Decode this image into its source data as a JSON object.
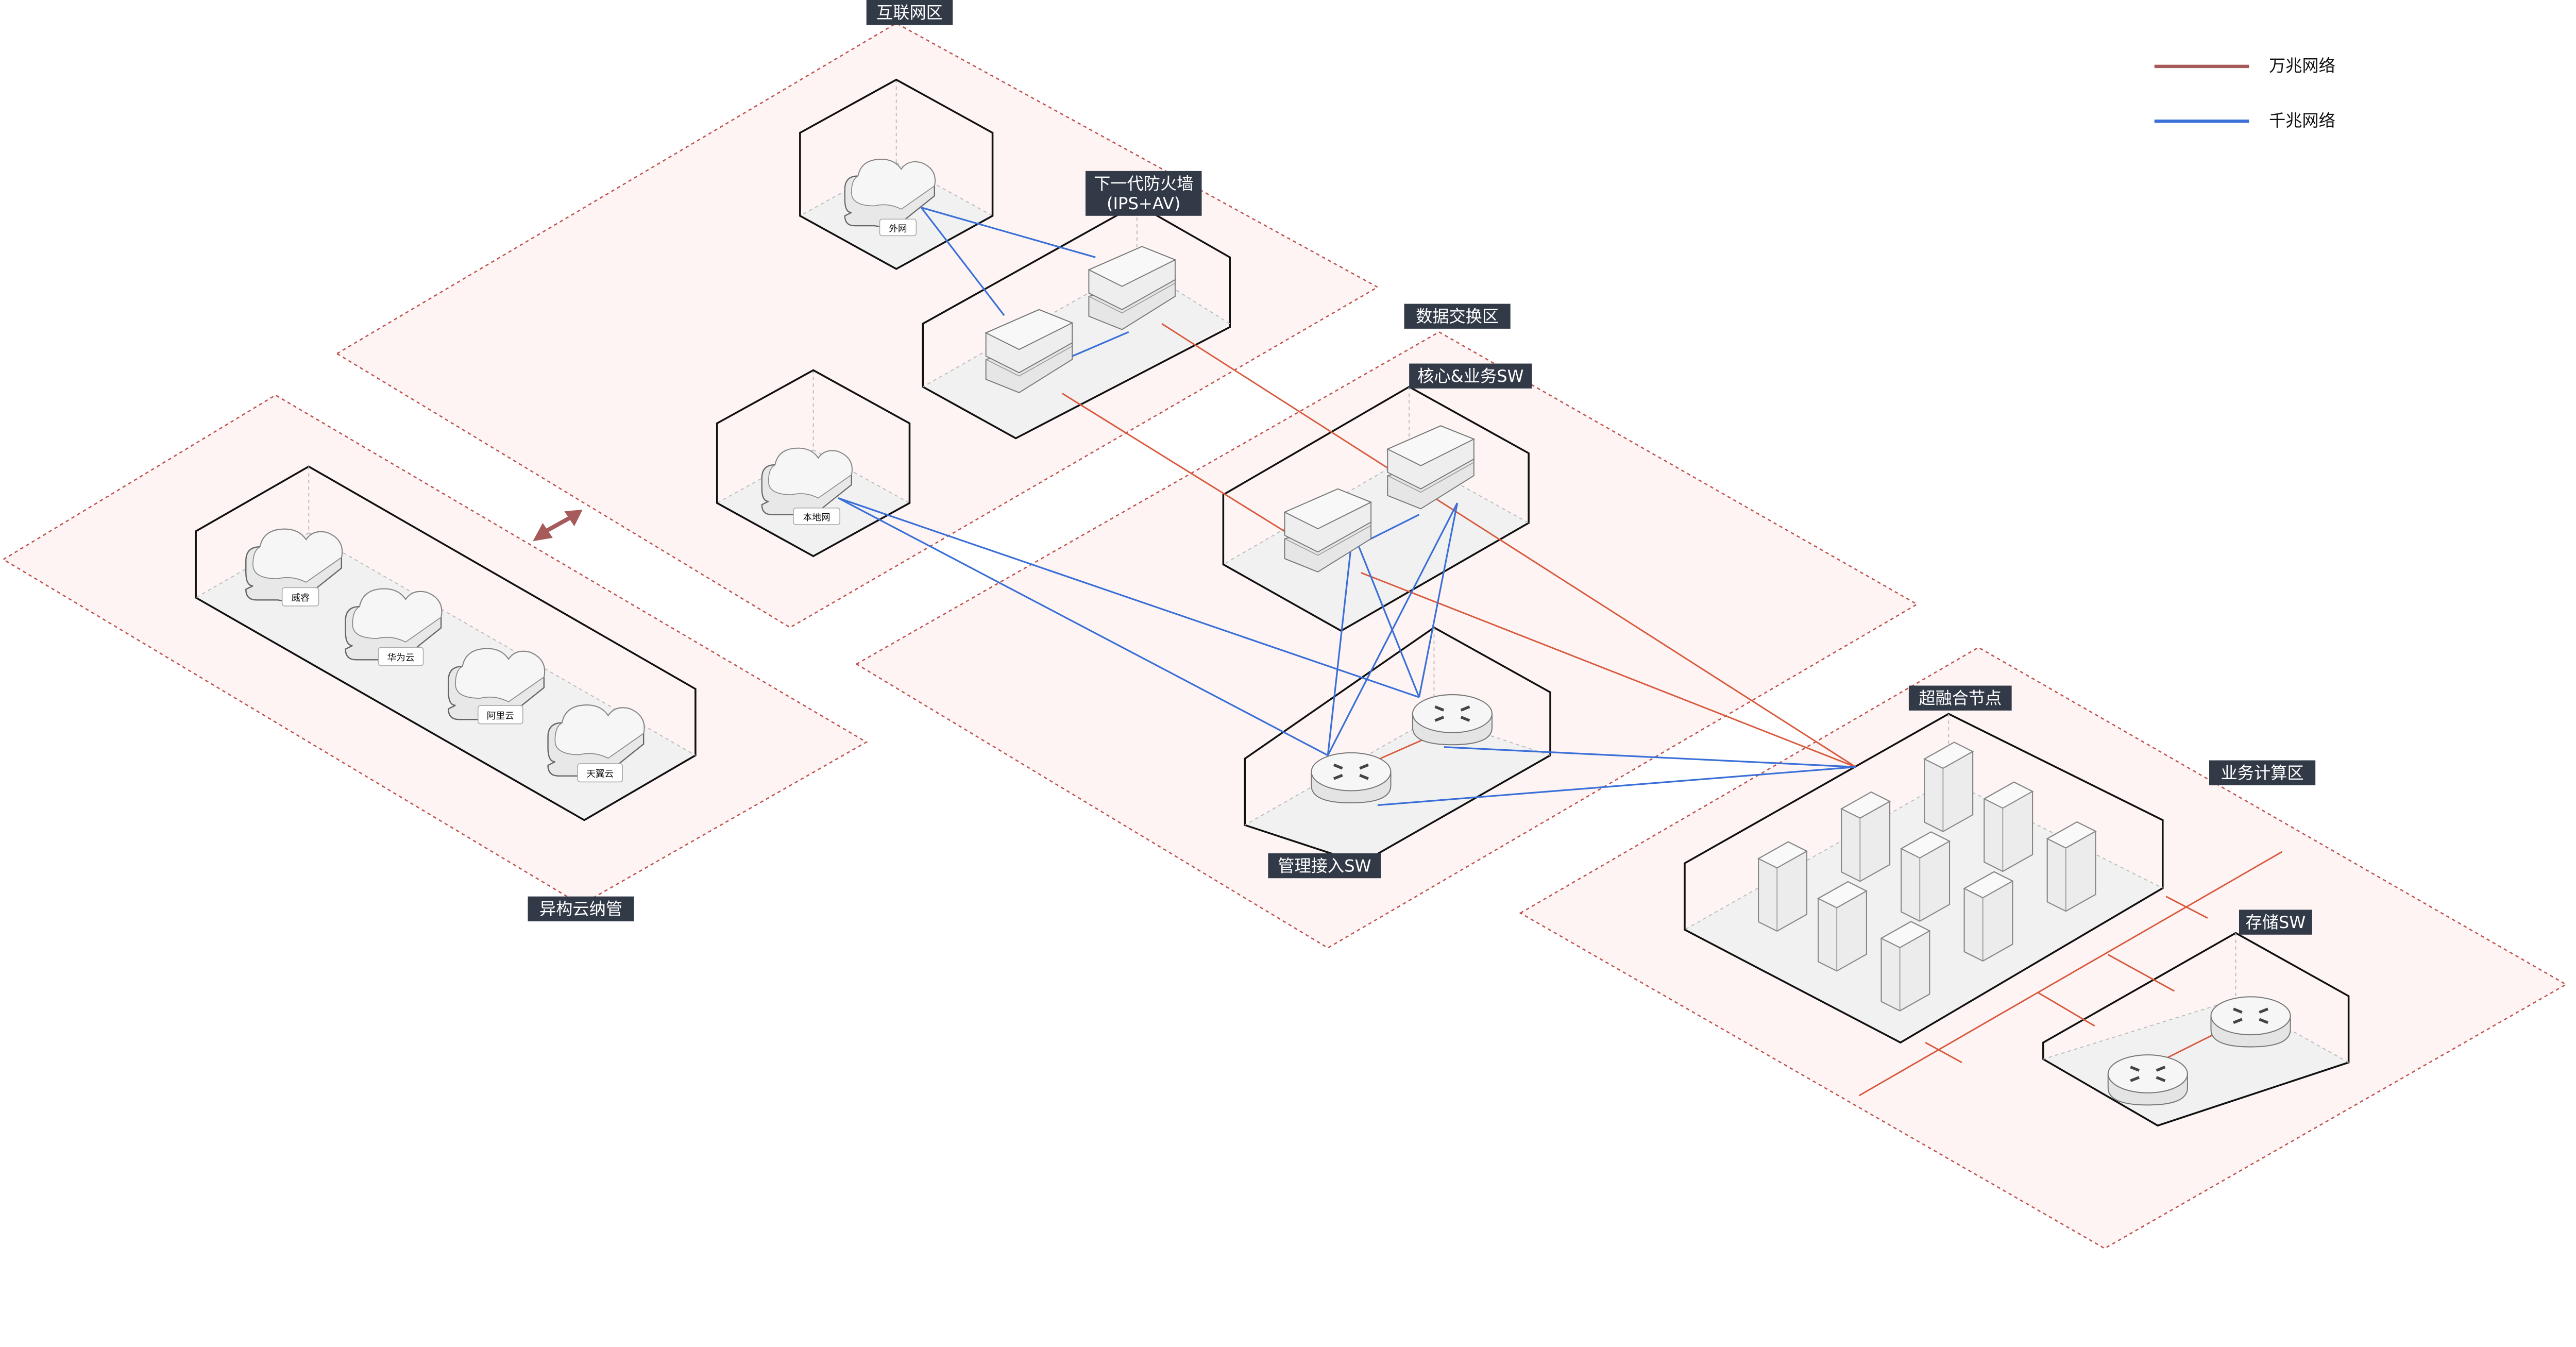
{
  "legend": {
    "items": [
      {
        "label": "万兆网络",
        "color": "#a65a5a"
      },
      {
        "label": "千兆网络",
        "color": "#3b70d6"
      }
    ]
  },
  "zones": {
    "internet": "互联网区",
    "hetero_cloud": "异构云纳管",
    "data_exchange": "数据交换区",
    "business_compute": "业务计算区"
  },
  "groups": {
    "firewall": [
      "下一代防火墙",
      "(IPS+AV)"
    ],
    "core_sw": "核心&业务SW",
    "mgmt_sw": "管理接入SW",
    "hci": "超融合节点",
    "storage_sw": "存储SW"
  },
  "clouds": {
    "external": "外网",
    "local": "本地网",
    "vmware": "威睿",
    "huawei": "华为云",
    "aliyun": "阿里云",
    "tianyi": "天翼云"
  },
  "colors": {
    "zone_border": "#c0504d",
    "zone_fill": "#fdf4f3",
    "label_bg": "#323a48",
    "ten_gig": "#d9593d",
    "gig": "#3a6fd8",
    "sync_arrow": "#a65a5a"
  },
  "icons": {
    "sync": "double-arrow-icon",
    "cloud": "cloud-icon",
    "server": "server-icon",
    "router": "router-icon"
  }
}
